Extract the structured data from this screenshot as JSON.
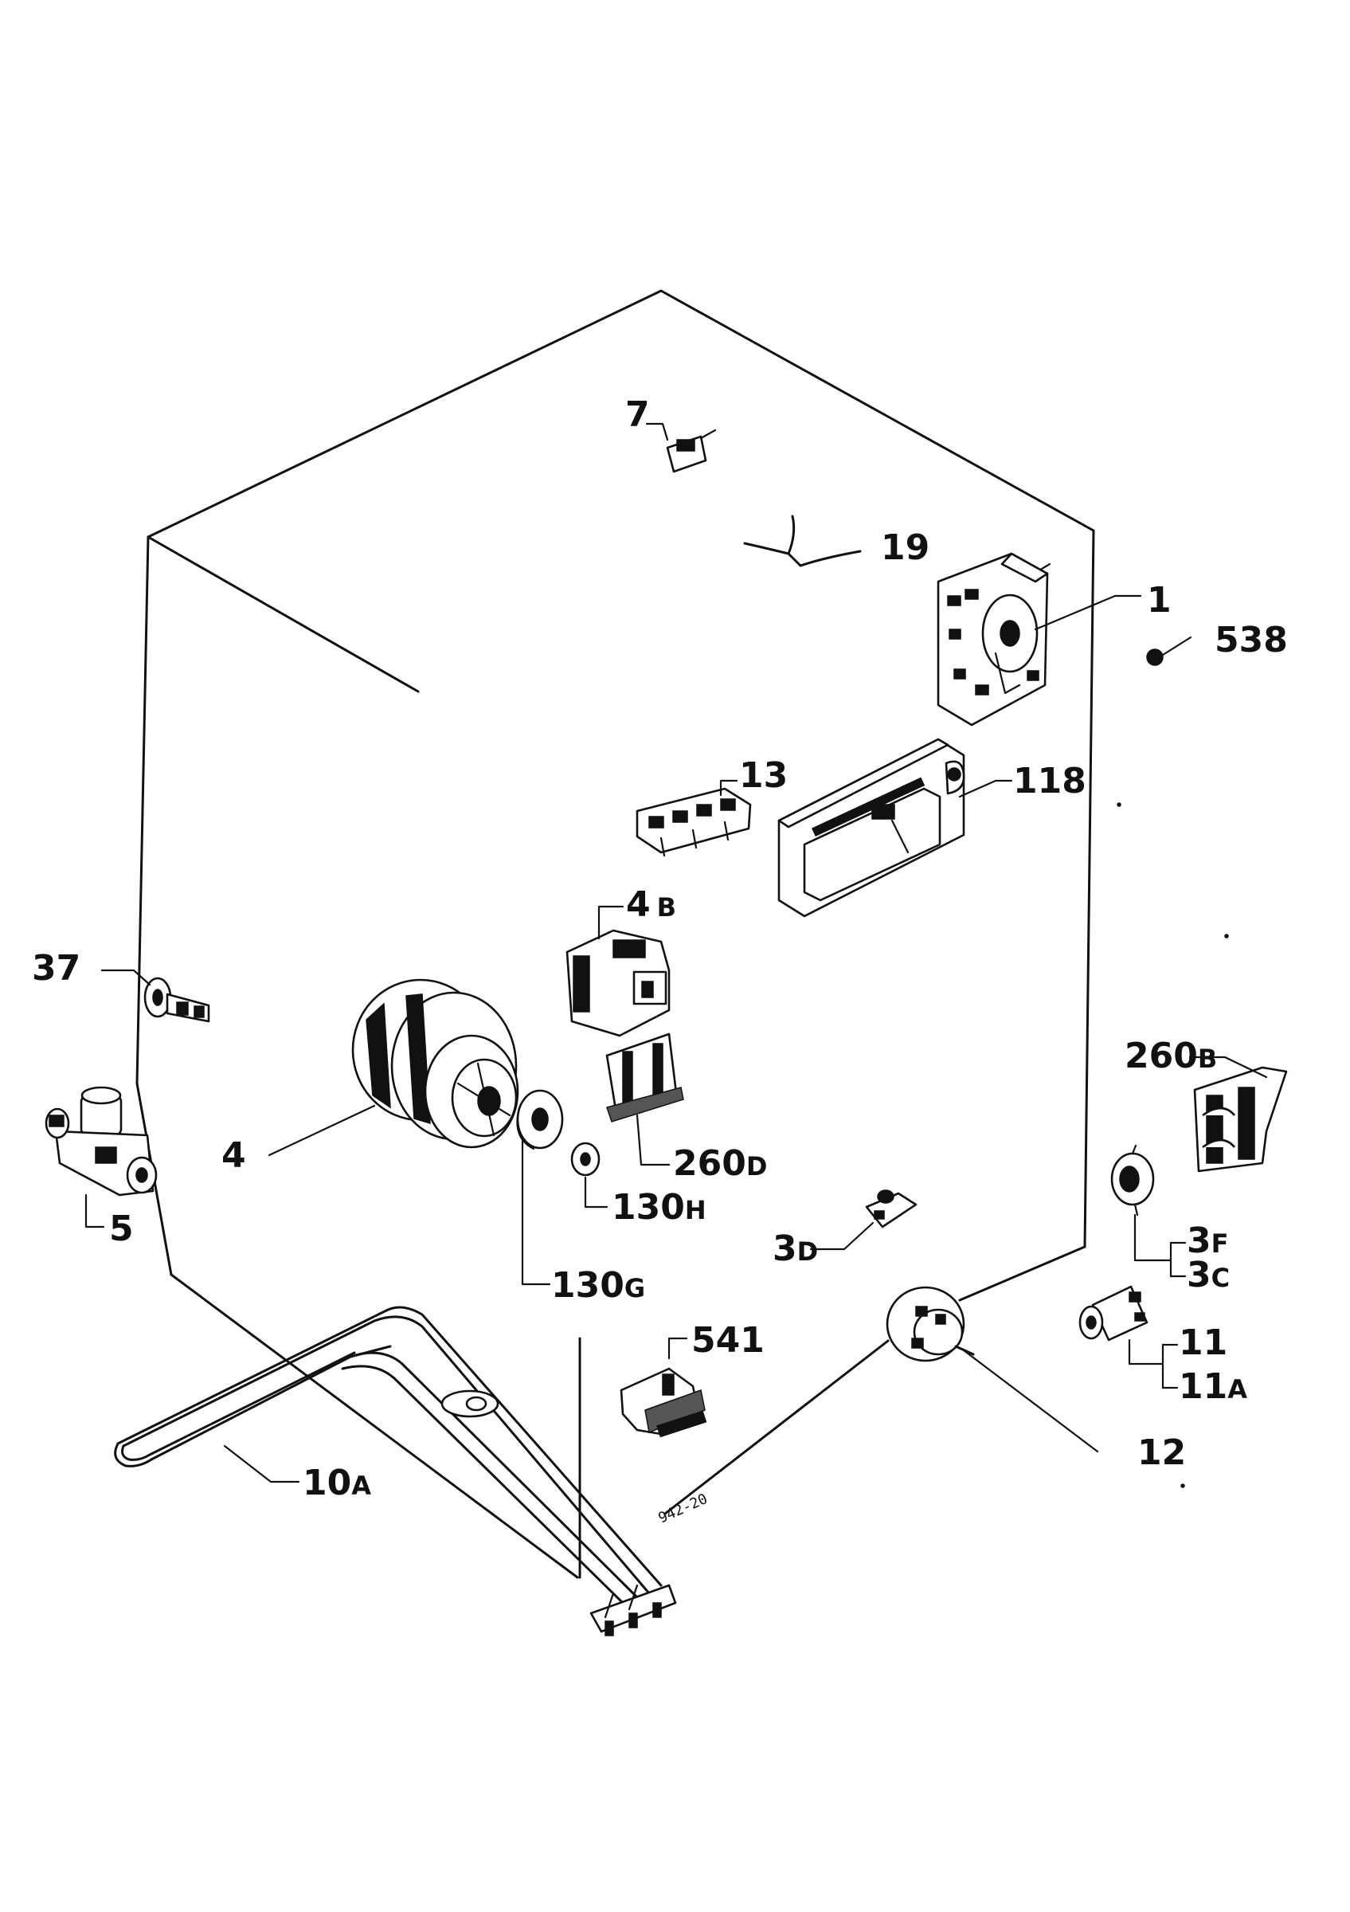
{
  "labels": {
    "p7": "7",
    "p19": "19",
    "p1": "1",
    "p538": "538",
    "p13": "13",
    "p118": "118",
    "p4b_main": "4",
    "p4b_sub": "B",
    "p37": "37",
    "p4": "4",
    "p5": "5",
    "p260d_main": "260",
    "p260d_sub": "D",
    "p130h_main": "130",
    "p130h_sub": "H",
    "p130g_main": "130",
    "p130g_sub": "G",
    "p260b_main": "260",
    "p260b_sub": "B",
    "p3f_main": "3",
    "p3f_sub": "F",
    "p3c_main": "3",
    "p3c_sub": "C",
    "p3d_main": "3",
    "p3d_sub": "D",
    "p541": "541",
    "p11": "11",
    "p11a_main": "11",
    "p11a_sub": "A",
    "p12": "12",
    "p10a_main": "10",
    "p10a_sub": "A"
  },
  "stamp": "942-20"
}
